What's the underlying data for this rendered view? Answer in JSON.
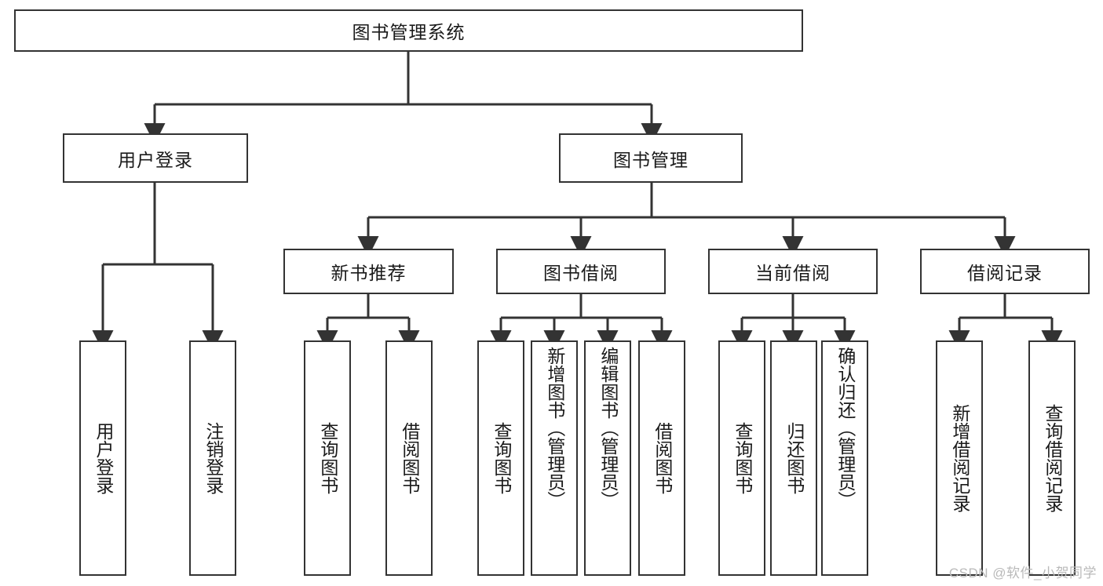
{
  "diagram": {
    "title": "图书管理系统",
    "root": {
      "label": "图书管理系统"
    },
    "level1": [
      {
        "label": "用户登录"
      },
      {
        "label": "图书管理"
      }
    ],
    "level2": [
      {
        "label": "新书推荐"
      },
      {
        "label": "图书借阅"
      },
      {
        "label": "当前借阅"
      },
      {
        "label": "借阅记录"
      }
    ],
    "leaves": {
      "user_login": [
        {
          "label": "用户登录"
        },
        {
          "label": "注销登录"
        }
      ],
      "new_book_recommend": [
        {
          "label": "查询图书"
        },
        {
          "label": "借阅图书"
        }
      ],
      "book_borrow": [
        {
          "label": "查询图书"
        },
        {
          "label": "新增图书（管理员）"
        },
        {
          "label": "编辑图书（管理员）"
        },
        {
          "label": "借阅图书"
        }
      ],
      "current_borrow": [
        {
          "label": "查询图书"
        },
        {
          "label": "归还图书"
        },
        {
          "label": "确认归还（管理员）"
        }
      ],
      "borrow_record": [
        {
          "label": "新增借阅记录"
        },
        {
          "label": "查询借阅记录"
        }
      ]
    }
  },
  "watermark": {
    "text": "CSDN @软件_小贺同学"
  },
  "colors": {
    "stroke": "#333333",
    "background": "#ffffff",
    "text": "#1a1a1a",
    "watermark": "#b9b9b9"
  }
}
